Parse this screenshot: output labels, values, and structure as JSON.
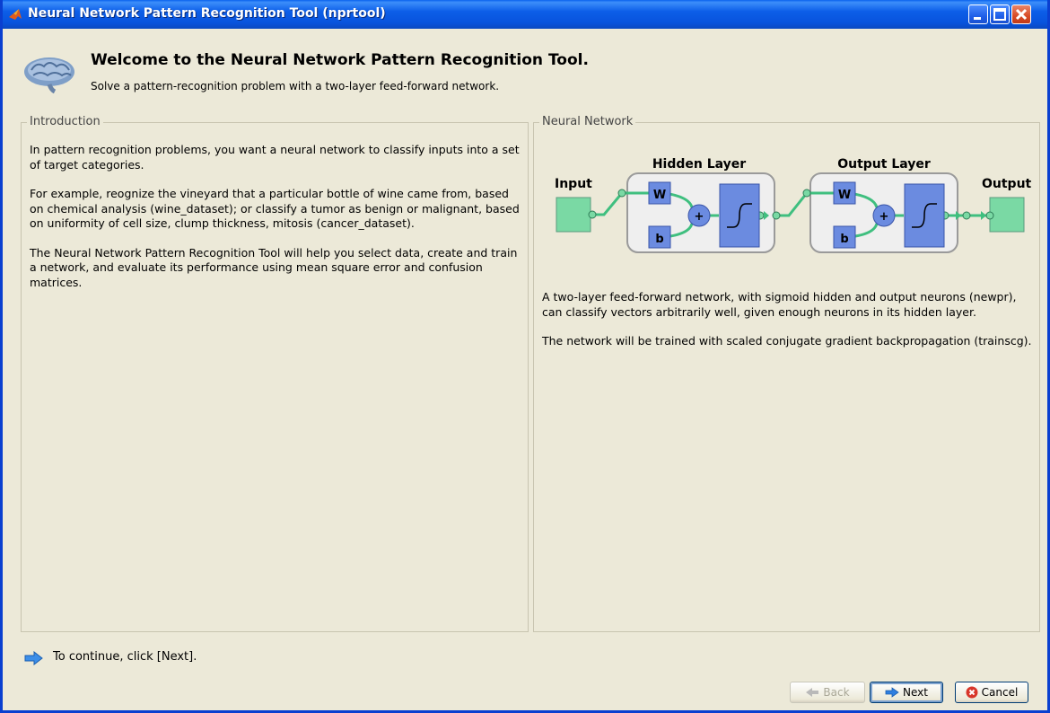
{
  "window": {
    "title": "Neural Network Pattern Recognition Tool (nprtool)",
    "icon": "matlab-icon",
    "controls": [
      "minimize-icon",
      "maximize-icon",
      "close-icon"
    ]
  },
  "header": {
    "title": "Welcome to the Neural Network Pattern Recognition Tool.",
    "subtitle": "Solve a pattern-recognition problem with a two-layer feed-forward network.",
    "icon": "brain-icon"
  },
  "introduction": {
    "title": "Introduction",
    "paragraphs": [
      "In pattern recognition problems, you want a neural network to classify inputs into a set of target categories.",
      "For example, reognize the vineyard that a particular bottle of wine came from, based on chemical analysis (wine_dataset); or classify a tumor as benign or malignant, based on uniformity of cell size, clump thickness, mitosis (cancer_dataset).",
      "The Neural Network Pattern Recognition Tool will help you select data, create and train a network, and evaluate its performance using mean square error and confusion matrices."
    ]
  },
  "network": {
    "title": "Neural Network",
    "diagram": {
      "input_label": "Input",
      "output_label": "Output",
      "hidden_layer_label": "Hidden Layer",
      "output_layer_label": "Output Layer",
      "weight_label": "W",
      "bias_label": "b",
      "sum_label": "+"
    },
    "paragraphs": [
      "A two-layer feed-forward network, with sigmoid hidden and output neurons (newpr), can classify vectors arbitrarily well, given enough neurons in its hidden layer.",
      "The network will be trained with scaled conjugate gradient backpropagation (trainscg)."
    ]
  },
  "footer": {
    "continue_text": "To continue, click [Next].",
    "continue_icon": "arrow-right-icon",
    "back_label": "Back",
    "next_label": "Next",
    "cancel_label": "Cancel"
  },
  "colors": {
    "titlebar": "#0a5ee8",
    "block_blue": "#6b8be0",
    "block_green": "#7ad9a4",
    "connector_green": "#3fbf7f"
  }
}
